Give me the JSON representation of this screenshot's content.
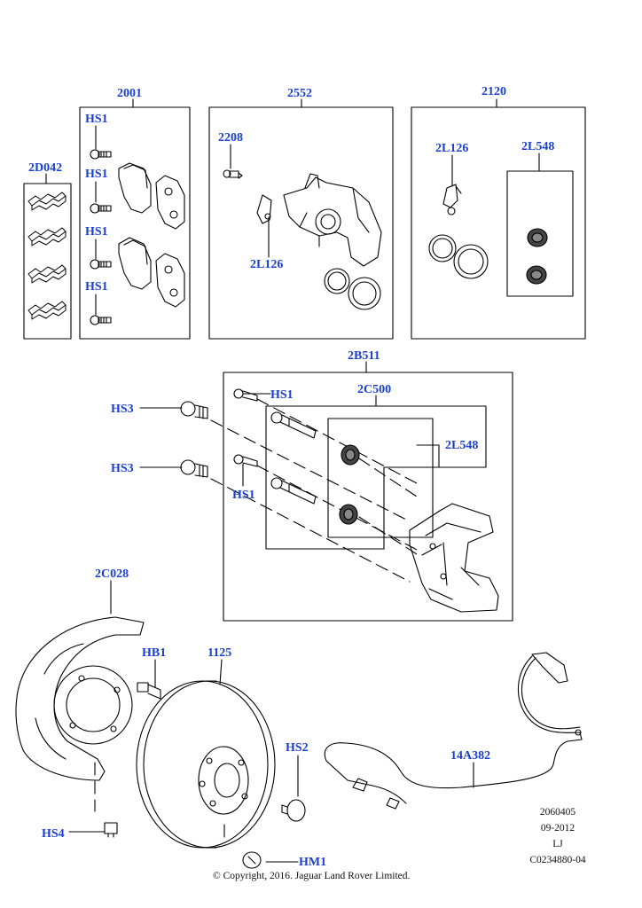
{
  "callouts": {
    "c2001": "2001",
    "c2552": "2552",
    "c2120": "2120",
    "c2D042": "2D042",
    "c2208": "2208",
    "c2L126a": "2L126",
    "c2L126b": "2L126",
    "c2L548a": "2L548",
    "c2L548b": "2L548",
    "cHS1a": "HS1",
    "cHS1b": "HS1",
    "cHS1c": "HS1",
    "cHS1d": "HS1",
    "cHS1e": "HS1",
    "cHS1f": "HS1",
    "c2B511": "2B511",
    "c2C500": "2C500",
    "cHS3a": "HS3",
    "cHS3b": "HS3",
    "c2C028": "2C028",
    "cHB1": "HB1",
    "c1125": "1125",
    "cHS2": "HS2",
    "c14A382": "14A382",
    "cHS4": "HS4",
    "cHM1": "HM1"
  },
  "footer": {
    "code1": "2060405",
    "date": "09-2012",
    "initials": "LJ",
    "code2": "C0234880-04",
    "copyright": "© Copyright, 2016. Jaguar Land Rover Limited."
  },
  "colors": {
    "callout": "#1a3fd1",
    "line": "#000000"
  }
}
